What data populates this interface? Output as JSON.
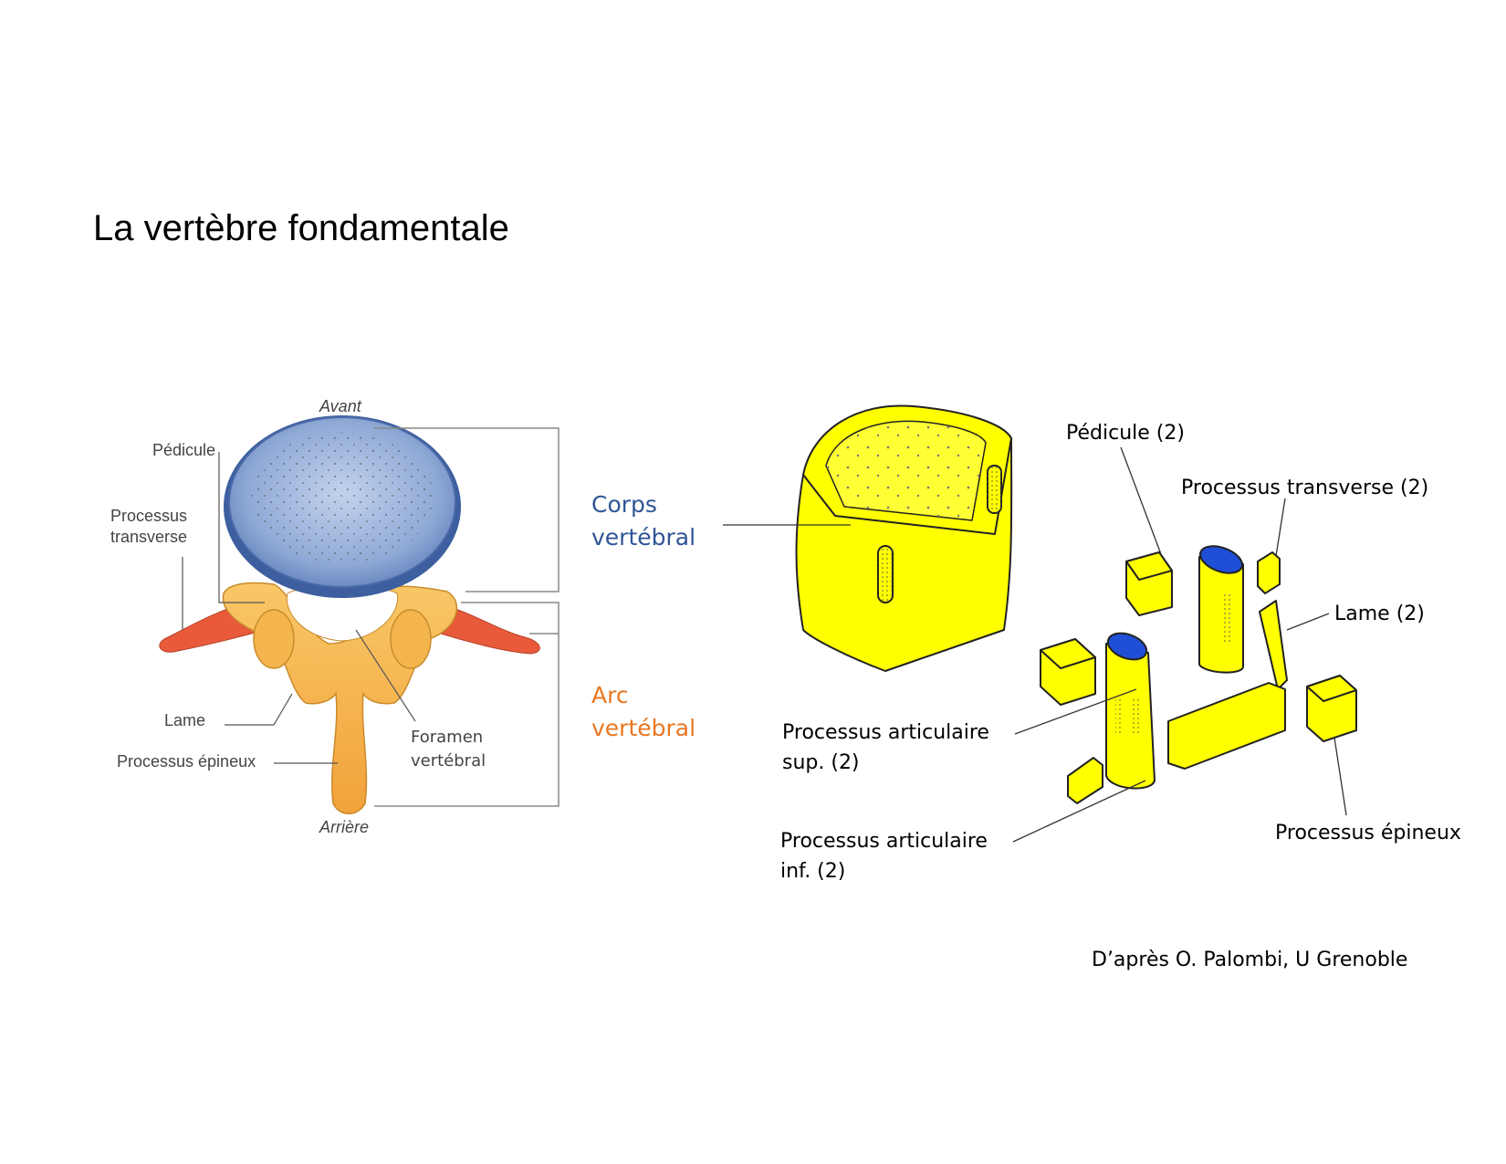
{
  "slide": {
    "title": "La vertèbre fondamentale",
    "credit": "D’après O. Palombi, U Grenoble"
  },
  "left_figure": {
    "labels": {
      "avant": "Avant",
      "arriere": "Arrière",
      "pedicule": "Pédicule",
      "processus_transverse": "Processus\ntransverse",
      "lame": "Lame",
      "processus_epineux": "Processus épineux",
      "foramen": "Foramen\nvertébral"
    },
    "groups": {
      "corps": "Corps\nvertébral",
      "arc": "Arc\nvertébral"
    }
  },
  "right_figure": {
    "labels": {
      "pedicule": "Pédicule (2)",
      "processus_transverse": "Processus transverse (2)",
      "lame": "Lame (2)",
      "articulaire_sup": "Processus articulaire\nsup. (2)",
      "articulaire_inf": "Processus articulaire\ninf. (2)",
      "processus_epineux": "Processus épineux"
    }
  },
  "colors": {
    "corps_label": "#2f5597",
    "arc_label": "#e87722",
    "body_blue": "#8fa9d6",
    "body_blue_dark": "#3d5f9f",
    "arch_orange": "#f5a83c",
    "arch_yellow": "#f9c767",
    "transverse_red": "#e85a3a",
    "model_yellow": "#ffff00",
    "articular_blue": "#1f4fd6"
  }
}
